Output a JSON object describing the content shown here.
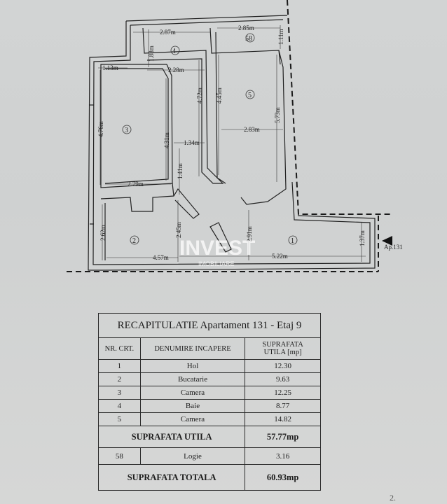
{
  "plan": {
    "rooms": [
      "1",
      "2",
      "3",
      "4",
      "5",
      "58"
    ],
    "dimensions": {
      "d_287": "2.87m",
      "d_285": "2.85m",
      "d_111": "1.11m",
      "d_188": "1.88m",
      "d_228": "2.28m",
      "d_113": "1.13m",
      "d_472": "4.72m",
      "d_445": "4.45m",
      "d_573": "5.73m",
      "d_476": "4.76m",
      "d_431": "4.31m",
      "d_134": "1.34m",
      "d_283": "2.83m",
      "d_141": "1.41m",
      "d_279": "2.79m",
      "d_262": "2.62m",
      "d_245": "2.45m",
      "d_291": "2.91m",
      "d_137": "1.37m",
      "d_457": "4.57m",
      "d_522": "5.22m"
    },
    "entrance": "Ap.131",
    "watermark": "INVEST",
    "watermark_sub": "IMOBILIARE"
  },
  "recap": {
    "title": "RECAPITULATIE  Apartament 131 - Etaj 9",
    "headers": {
      "nr": "NR. CRT.",
      "name": "DENUMIRE INCAPERE",
      "area_1": "SUPRAFATA",
      "area_2": "UTILA [mp]"
    },
    "rows": [
      {
        "nr": "1",
        "name": "Hol",
        "area": "12.30"
      },
      {
        "nr": "2",
        "name": "Bucatarie",
        "area": "9.63"
      },
      {
        "nr": "3",
        "name": "Camera",
        "area": "12.25"
      },
      {
        "nr": "4",
        "name": "Baie",
        "area": "8.77"
      },
      {
        "nr": "5",
        "name": "Camera",
        "area": "14.82"
      }
    ],
    "util_label": "SUPRAFATA UTILA",
    "util_value": "57.77mp",
    "logie": {
      "nr": "58",
      "name": "Logie",
      "area": "3.16"
    },
    "total_label": "SUPRAFATA TOTALA",
    "total_value": "60.93mp"
  },
  "page_number": "2."
}
